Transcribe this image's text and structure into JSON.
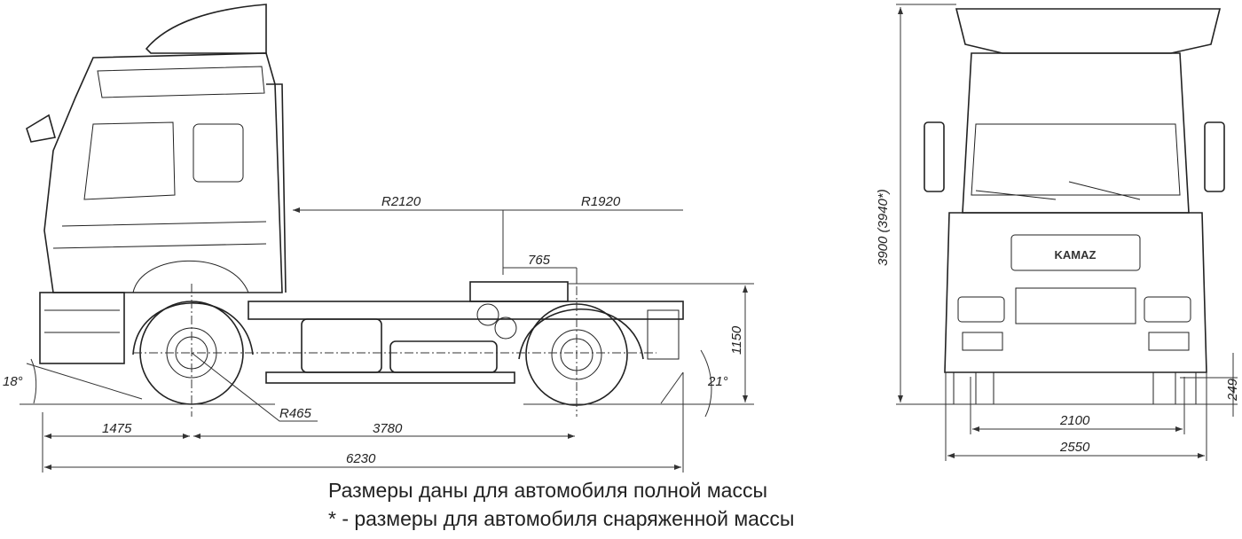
{
  "side_view": {
    "turn_radius_front": "R2120",
    "turn_radius_rear": "R1920",
    "fifth_wheel_offset": "765",
    "fifth_wheel_height": "1150",
    "approach_angle": "18°",
    "departure_angle": "21°",
    "wheel_radius": "R465",
    "front_overhang": "1475",
    "wheelbase": "3780",
    "overall_length": "6230"
  },
  "front_view": {
    "logo": "KAMAZ",
    "overall_height": "3900 (3940*)",
    "track_width": "2100",
    "overall_width": "2550",
    "ground_clearance": "249"
  },
  "captions": {
    "line1": "Размеры даны для автомобиля полной массы",
    "line2": "* - размеры для автомобиля снаряженной массы"
  }
}
